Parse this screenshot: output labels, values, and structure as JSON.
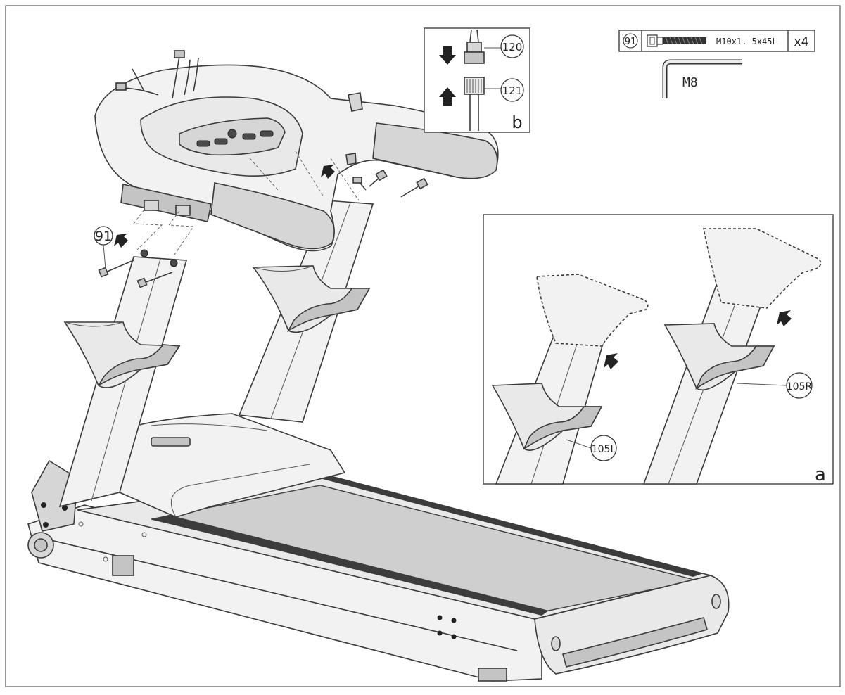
{
  "callouts": {
    "part_91": "91",
    "part_120": "120",
    "part_121": "121",
    "part_105L": "105L",
    "part_105R": "105R"
  },
  "hardware_box": {
    "part_number": "91",
    "bolt_spec": "M10x1. 5x45L",
    "quantity": "x4"
  },
  "tool": {
    "label": "M8"
  },
  "detail_labels": {
    "detail_a": "a",
    "detail_b": "b"
  }
}
